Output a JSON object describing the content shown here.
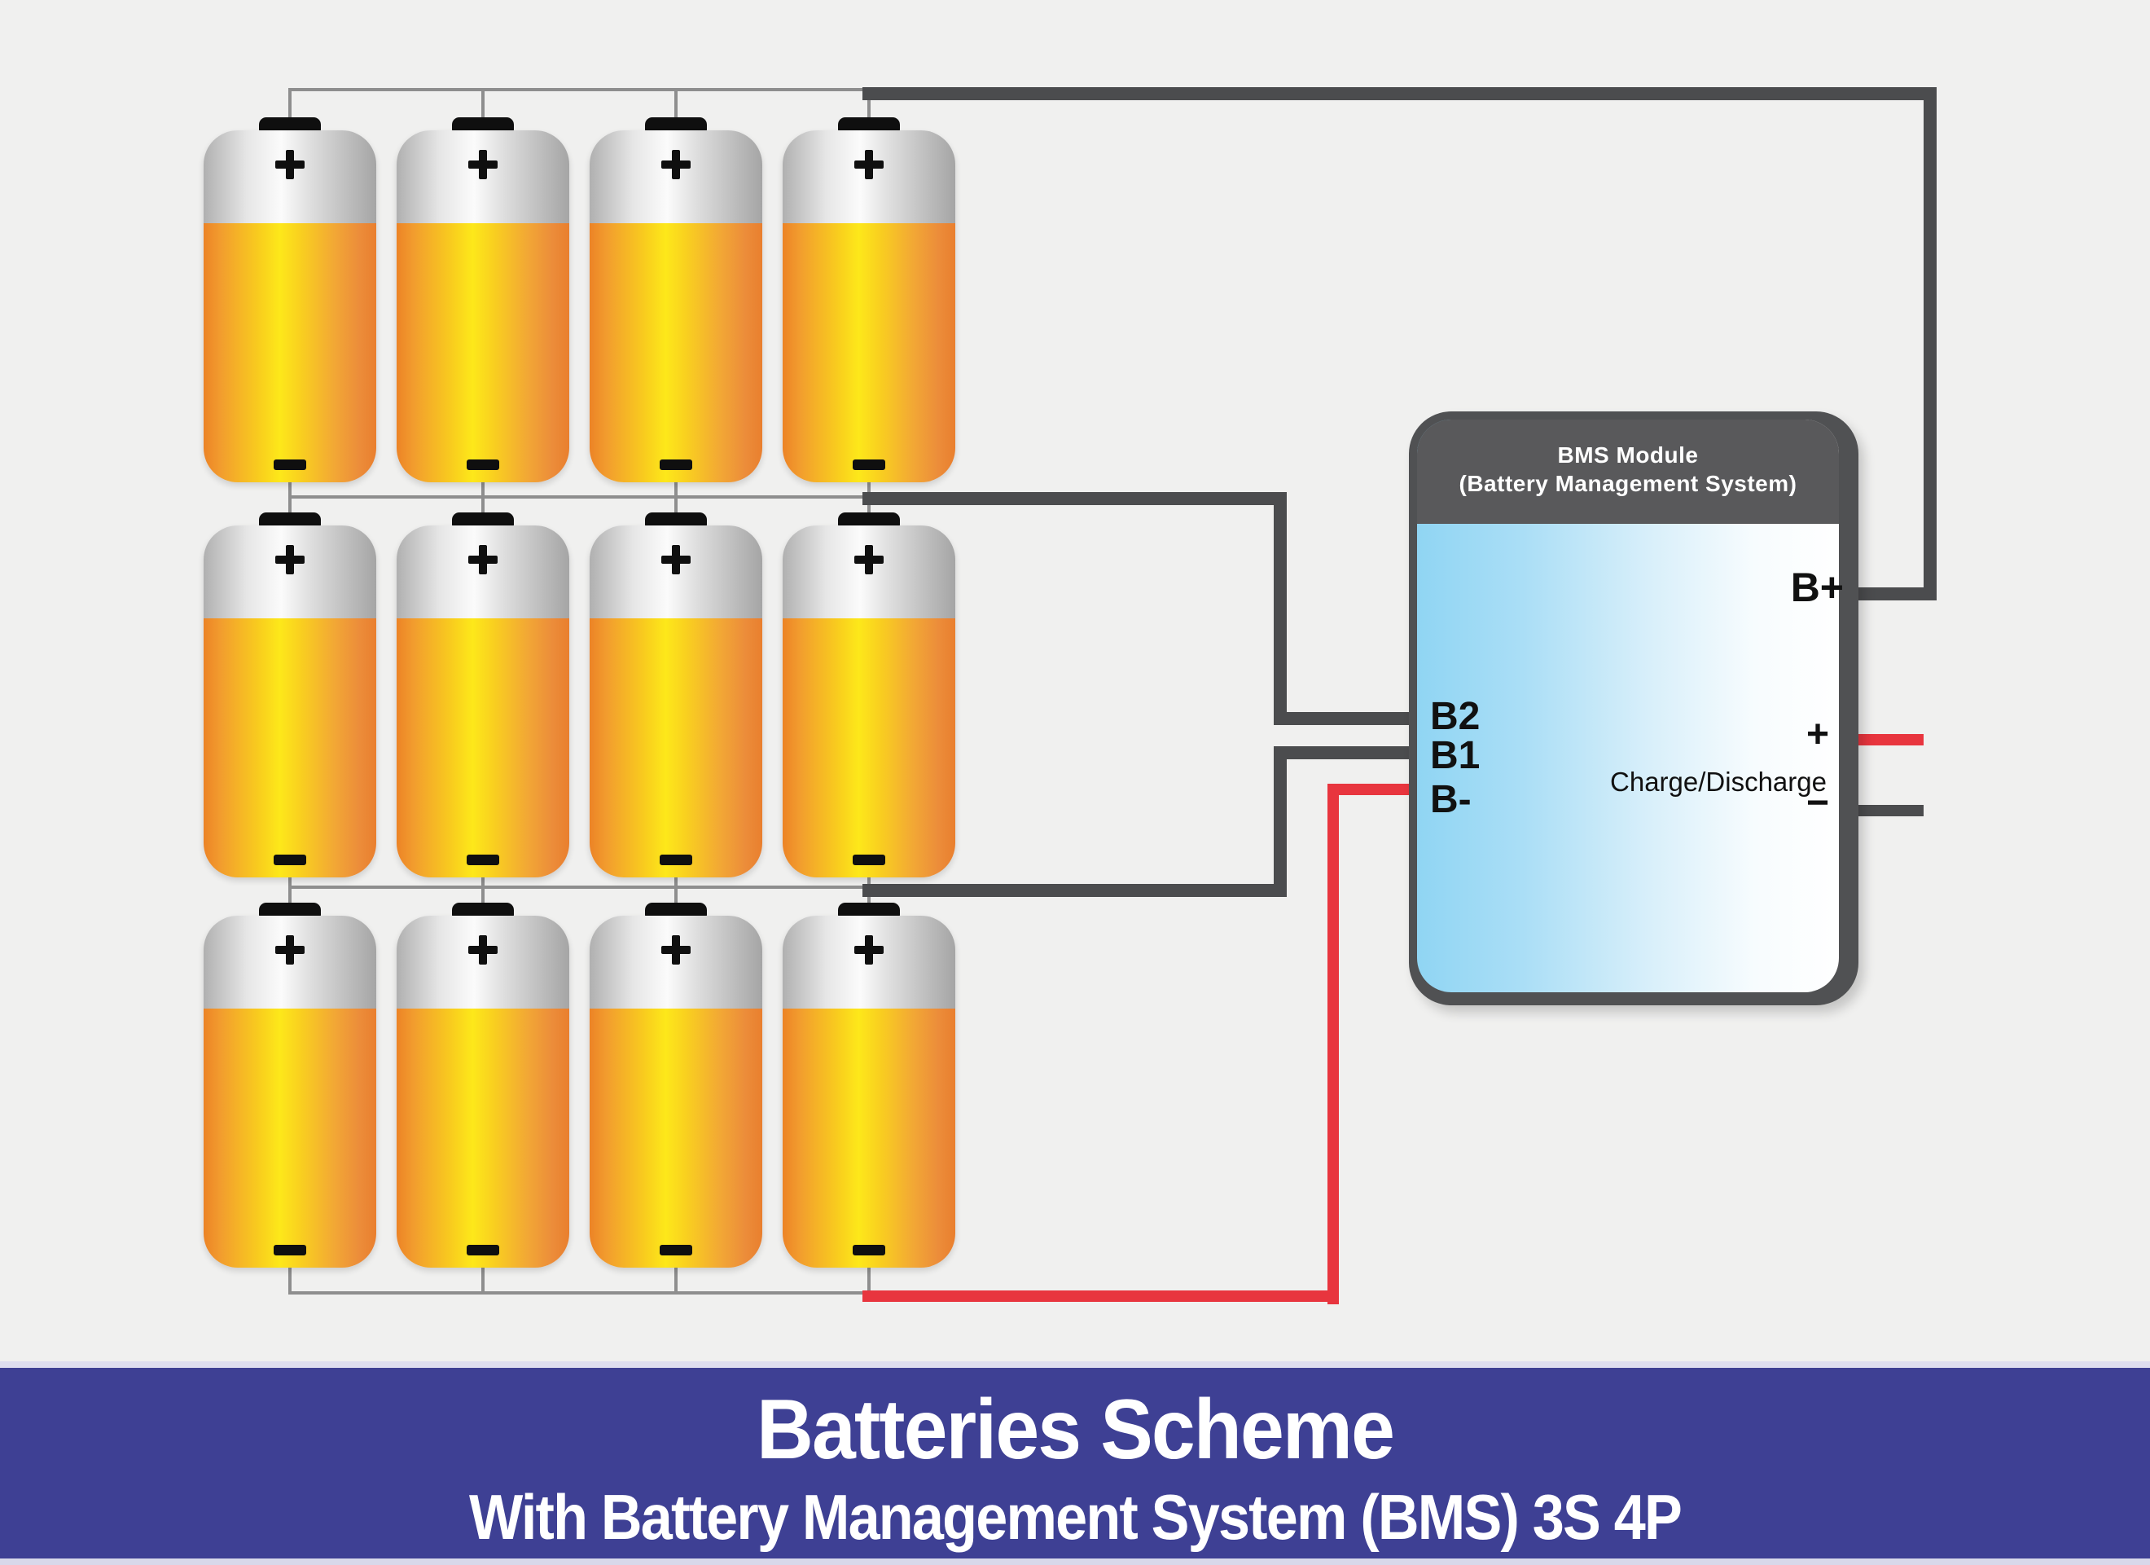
{
  "bms": {
    "title_line1": "BMS Module",
    "title_line2": "(Battery Management System)",
    "pin_bplus": "B+",
    "pin_b2": "B2",
    "pin_b1": "B1",
    "pin_bminus": "B-",
    "charge_label": "Charge/Discharge",
    "charge_plus": "+",
    "charge_minus": "−"
  },
  "battery_bank": {
    "rows": 3,
    "cols": 4,
    "count": 12,
    "plus_symbol": "+",
    "minus_symbol": "−"
  },
  "banner": {
    "title": "Batteries Scheme",
    "subtitle": "With Battery Management System (BMS) 3S 4P"
  },
  "colors": {
    "background": "#f0f0ef",
    "wire_dark": "#4b4c4e",
    "wire_thin": "#8e8e8e",
    "wire_red": "#e8353e",
    "banner_blue": "#3e4094",
    "bms_header_gray": "#59595b",
    "bms_body_blue": "#90d5f3",
    "battery_orange": "#ec8326",
    "battery_yellow": "#fde81a"
  }
}
